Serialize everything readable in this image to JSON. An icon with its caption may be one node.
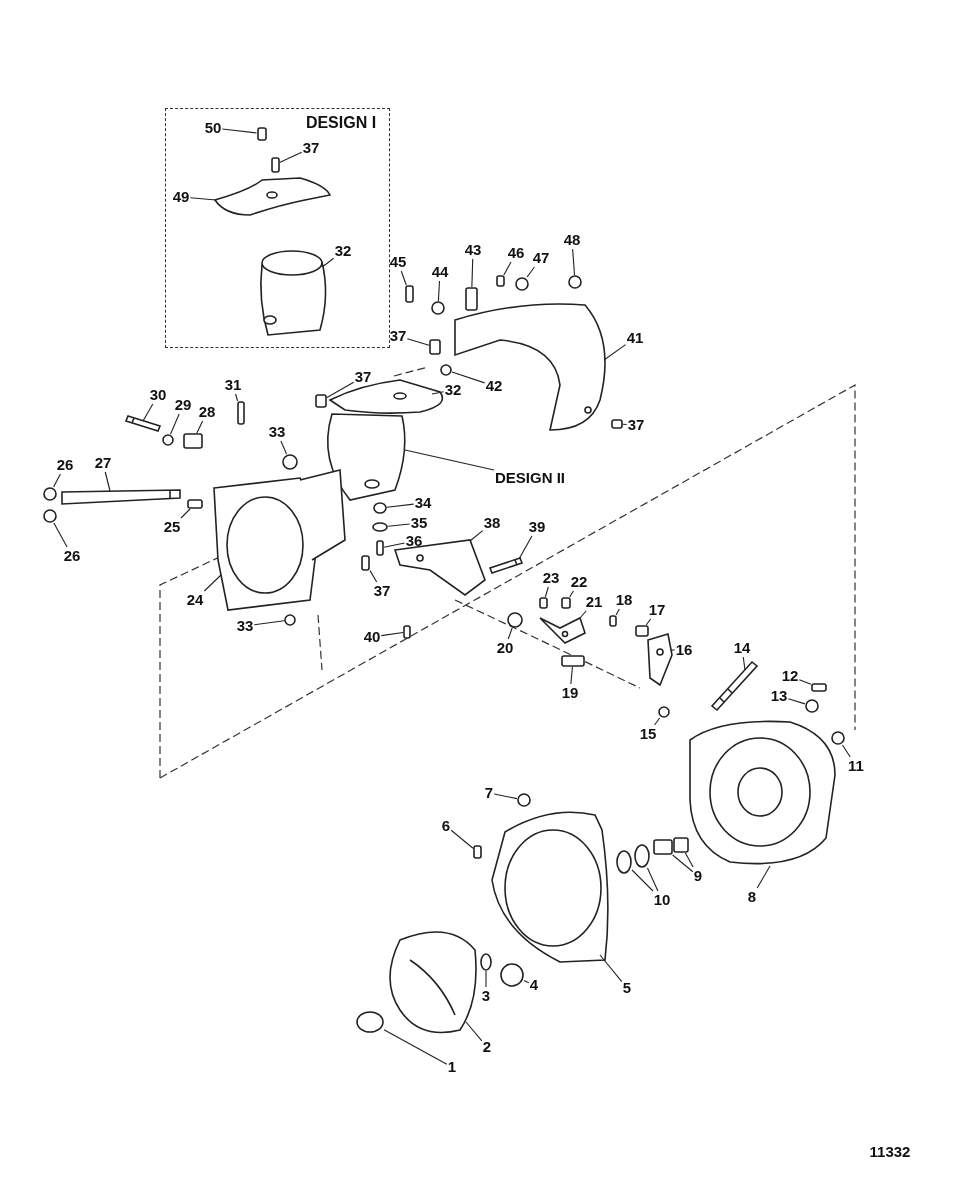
{
  "diagram": {
    "nodes": [
      {
        "text": [
          "DESIGN I"
        ]
      },
      {
        "text": [
          "50"
        ],
        "in": 0
      },
      {
        "text": [
          "37"
        ],
        "in": 0
      },
      {
        "text": [
          "49"
        ],
        "in": 0
      },
      {
        "text": [
          "32"
        ],
        "in": 0
      },
      {
        "text": [
          "45"
        ]
      },
      {
        "text": [
          "44"
        ]
      },
      {
        "text": [
          "43"
        ]
      },
      {
        "text": [
          "46"
        ]
      },
      {
        "text": [
          "47"
        ]
      },
      {
        "text": [
          "48"
        ]
      },
      {
        "text": [
          "37"
        ]
      },
      {
        "text": [
          "41"
        ]
      },
      {
        "text": [
          "42"
        ]
      },
      {
        "text": [
          "37"
        ]
      },
      {
        "text": [
          "37"
        ]
      },
      {
        "text": [
          "31"
        ]
      },
      {
        "text": [
          "30"
        ]
      },
      {
        "text": [
          "29"
        ]
      },
      {
        "text": [
          "28"
        ]
      },
      {
        "text": [
          "33"
        ]
      },
      {
        "text": [
          "32"
        ]
      },
      {
        "text": [
          "DESIGN II"
        ]
      },
      {
        "text": [
          "26"
        ]
      },
      {
        "text": [
          "27"
        ]
      },
      {
        "text": [
          "25"
        ]
      },
      {
        "text": [
          "26"
        ]
      },
      {
        "text": [
          "34"
        ]
      },
      {
        "text": [
          "35"
        ]
      },
      {
        "text": [
          "36"
        ]
      },
      {
        "text": [
          "38"
        ]
      },
      {
        "text": [
          "39"
        ]
      },
      {
        "text": [
          "24"
        ]
      },
      {
        "text": [
          "37"
        ]
      },
      {
        "text": [
          "33"
        ]
      },
      {
        "text": [
          "40"
        ]
      },
      {
        "text": [
          "23"
        ]
      },
      {
        "text": [
          "22"
        ]
      },
      {
        "text": [
          "21"
        ]
      },
      {
        "text": [
          "20"
        ]
      },
      {
        "text": [
          "18"
        ]
      },
      {
        "text": [
          "17"
        ]
      },
      {
        "text": [
          "19"
        ]
      },
      {
        "text": [
          "16"
        ]
      },
      {
        "text": [
          "15"
        ]
      },
      {
        "text": [
          "14"
        ]
      },
      {
        "text": [
          "12"
        ]
      },
      {
        "text": [
          "13"
        ]
      },
      {
        "text": [
          "11"
        ]
      },
      {
        "text": [
          "7"
        ]
      },
      {
        "text": [
          "6"
        ]
      },
      {
        "text": [
          "10"
        ]
      },
      {
        "text": [
          "9"
        ]
      },
      {
        "text": [
          "8"
        ]
      },
      {
        "text": [
          "5"
        ]
      },
      {
        "text": [
          "4"
        ]
      },
      {
        "text": [
          "3"
        ]
      },
      {
        "text": [
          "2"
        ]
      },
      {
        "text": [
          "1"
        ]
      },
      {
        "text": [],
        "shape": "box",
        "in": 0
      },
      {
        "text": [],
        "shape": "box",
        "in": 0
      },
      {
        "text": [],
        "shape": "picture",
        "in": 0
      },
      {
        "text": [],
        "shape": "picture",
        "in": 0
      },
      {
        "text": [],
        "shape": "box"
      },
      {
        "text": [],
        "shape": "circle"
      },
      {
        "text": [],
        "shape": "box"
      },
      {
        "text": [],
        "shape": "box"
      },
      {
        "text": [],
        "shape": "circle"
      },
      {
        "text": [],
        "shape": "circle"
      },
      {
        "text": [],
        "shape": "box"
      },
      {
        "text": [],
        "shape": "picture"
      },
      {
        "text": [],
        "shape": "circle"
      },
      {
        "text": [],
        "shape": "box"
      },
      {
        "text": [],
        "shape": "box"
      },
      {
        "text": [],
        "shape": "box"
      },
      {
        "text": [],
        "shape": "picture"
      },
      {
        "text": [],
        "shape": "circle"
      },
      {
        "text": [],
        "shape": "box"
      },
      {
        "text": [],
        "shape": "circle"
      },
      {
        "text": [],
        "shape": "picture"
      },
      {
        "text": [],
        "shape": "picture"
      },
      {
        "text": [],
        "shape": "circle"
      },
      {
        "text": [],
        "shape": "picture"
      },
      {
        "text": [],
        "shape": "box"
      },
      {
        "text": [],
        "shape": "circle"
      },
      {
        "text": [],
        "shape": "circle"
      },
      {
        "text": [],
        "shape": "circle"
      },
      {
        "text": [],
        "shape": "box"
      },
      {
        "text": [],
        "shape": "picture"
      },
      {
        "text": [],
        "shape": "picture"
      },
      {
        "text": [],
        "shape": "picture"
      },
      {
        "text": [],
        "shape": "box"
      },
      {
        "text": [],
        "shape": "circle"
      },
      {
        "text": [],
        "shape": "box"
      },
      {
        "text": [],
        "shape": "box"
      },
      {
        "text": [],
        "shape": "box"
      },
      {
        "text": [],
        "shape": "picture"
      },
      {
        "text": [],
        "shape": "circle"
      },
      {
        "text": [],
        "shape": "box"
      },
      {
        "text": [],
        "shape": "box"
      },
      {
        "text": [],
        "shape": "box"
      },
      {
        "text": [],
        "shape": "picture"
      },
      {
        "text": [],
        "shape": "circle"
      },
      {
        "text": [],
        "shape": "picture"
      },
      {
        "text": [],
        "shape": "box"
      },
      {
        "text": [],
        "shape": "circle"
      },
      {
        "text": [],
        "shape": "circle"
      },
      {
        "text": [],
        "shape": "circle"
      },
      {
        "text": [],
        "shape": "box"
      },
      {
        "text": [],
        "shape": "circle"
      },
      {
        "text": [],
        "shape": "box"
      },
      {
        "text": [],
        "shape": "picture"
      },
      {
        "text": [],
        "shape": "picture"
      },
      {
        "text": [],
        "shape": "circle"
      },
      {
        "text": [],
        "shape": "circle"
      },
      {
        "text": [],
        "shape": "picture"
      },
      {
        "text": [],
        "shape": "circle"
      },
      {
        "text": [],
        "shape": "circle"
      },
      {
        "text": [],
        "shape": "box"
      }
    ],
    "edges": [
      {
        "from": 1,
        "to": 59,
        "arrow": "none"
      },
      {
        "from": 2,
        "to": 60,
        "arrow": "none"
      },
      {
        "from": 3,
        "to": 61,
        "arrow": "none"
      },
      {
        "from": 4,
        "to": 62,
        "arrow": "none"
      },
      {
        "from": 5,
        "to": 63,
        "arrow": "none"
      },
      {
        "from": 6,
        "to": 64,
        "arrow": "none"
      },
      {
        "from": 7,
        "to": 65,
        "arrow": "none"
      },
      {
        "from": 8,
        "to": 66,
        "arrow": "none"
      },
      {
        "from": 9,
        "to": 67,
        "arrow": "none"
      },
      {
        "from": 10,
        "to": 68,
        "arrow": "none"
      },
      {
        "from": 11,
        "to": 69,
        "arrow": "none"
      },
      {
        "from": 12,
        "to": 70,
        "arrow": "none"
      },
      {
        "from": 13,
        "to": 71,
        "arrow": "none"
      },
      {
        "from": 14,
        "to": 72,
        "arrow": "none"
      },
      {
        "from": 15,
        "to": 73,
        "arrow": "none"
      },
      {
        "from": 16,
        "to": 74,
        "arrow": "none"
      },
      {
        "from": 17,
        "to": 75,
        "arrow": "none"
      },
      {
        "from": 18,
        "to": 76,
        "arrow": "none"
      },
      {
        "from": 19,
        "to": 77,
        "arrow": "none"
      },
      {
        "from": 20,
        "to": 78,
        "arrow": "none"
      },
      {
        "from": 21,
        "to": 79,
        "arrow": "none"
      },
      {
        "from": 22,
        "to": 80,
        "arrow": "none"
      },
      {
        "from": 23,
        "to": 81,
        "arrow": "none"
      },
      {
        "from": 24,
        "to": 82,
        "arrow": "none"
      },
      {
        "from": 25,
        "to": 83,
        "arrow": "none"
      },
      {
        "from": 26,
        "to": 84,
        "arrow": "none"
      },
      {
        "from": 27,
        "to": 85,
        "arrow": "none"
      },
      {
        "from": 28,
        "to": 86,
        "arrow": "none"
      },
      {
        "from": 29,
        "to": 87,
        "arrow": "none"
      },
      {
        "from": 30,
        "to": 88,
        "arrow": "none"
      },
      {
        "from": 31,
        "to": 89,
        "arrow": "none"
      },
      {
        "from": 32,
        "to": 90,
        "arrow": "none"
      },
      {
        "from": 33,
        "to": 91,
        "arrow": "none"
      },
      {
        "from": 34,
        "to": 92,
        "arrow": "none"
      },
      {
        "from": 35,
        "to": 93,
        "arrow": "none"
      },
      {
        "from": 36,
        "to": 94,
        "arrow": "none"
      },
      {
        "from": 37,
        "to": 95,
        "arrow": "none"
      },
      {
        "from": 38,
        "to": 96,
        "arrow": "none"
      },
      {
        "from": 39,
        "to": 97,
        "arrow": "none"
      },
      {
        "from": 40,
        "to": 98,
        "arrow": "none"
      },
      {
        "from": 41,
        "to": 99,
        "arrow": "none"
      },
      {
        "from": 42,
        "to": 100,
        "arrow": "none"
      },
      {
        "from": 43,
        "to": 101,
        "arrow": "none"
      },
      {
        "from": 44,
        "to": 102,
        "arrow": "none"
      },
      {
        "from": 45,
        "to": 103,
        "arrow": "none"
      },
      {
        "from": 46,
        "to": 104,
        "arrow": "none"
      },
      {
        "from": 47,
        "to": 105,
        "arrow": "none"
      },
      {
        "from": 48,
        "to": 106,
        "arrow": "none"
      },
      {
        "from": 49,
        "to": 107,
        "arrow": "none"
      },
      {
        "from": 50,
        "to": 108,
        "arrow": "none"
      },
      {
        "from": 51,
        "to": 109,
        "arrow": "none"
      },
      {
        "from": 52,
        "to": 110,
        "arrow": "none"
      },
      {
        "from": 53,
        "to": 111,
        "arrow": "none"
      },
      {
        "from": 54,
        "to": 112,
        "arrow": "none"
      },
      {
        "from": 55,
        "to": 113,
        "arrow": "none"
      },
      {
        "from": 56,
        "to": 114,
        "arrow": "none"
      },
      {
        "from": 57,
        "to": 115,
        "arrow": "none"
      },
      {
        "from": 58,
        "to": 116,
        "arrow": "none"
      },
      {
        "from": 51,
        "to": 117,
        "arrow": "none"
      },
      {
        "from": 52,
        "to": 118,
        "arrow": "none"
      }
    ],
    "labels": [
      "11332"
    ]
  }
}
